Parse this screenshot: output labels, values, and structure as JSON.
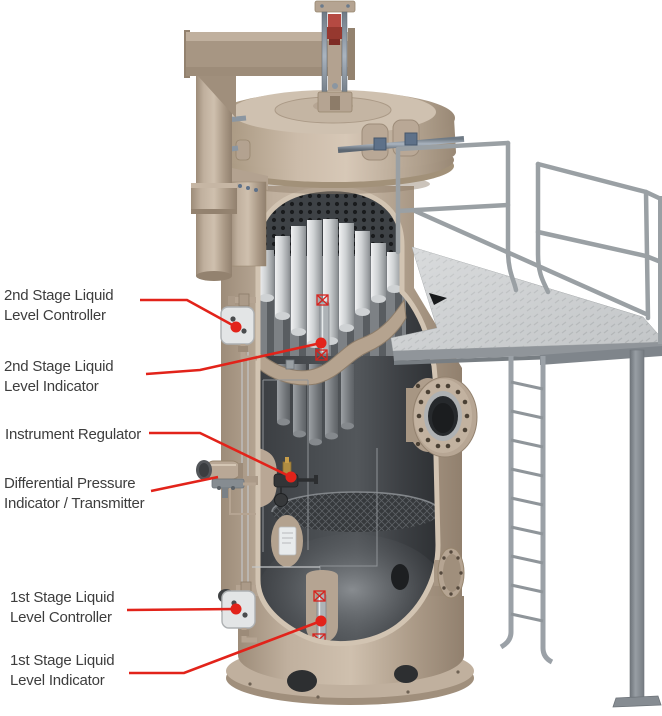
{
  "callouts": [
    {
      "id": "2nd-stage-liquid-level-controller",
      "label": "2nd Stage Liquid\nLevel Controller"
    },
    {
      "id": "2nd-stage-liquid-level-indicator",
      "label": "2nd Stage Liquid\nLevel Indicator"
    },
    {
      "id": "instrument-regulator",
      "label": "Instrument Regulator"
    },
    {
      "id": "differential-pressure-indicator-transmitter",
      "label": "Differential Pressure\nIndicator / Transmitter"
    },
    {
      "id": "1st-stage-liquid-level-controller",
      "label": "1st Stage Liquid\nLevel Controller"
    },
    {
      "id": "1st-stage-liquid-level-indicator",
      "label": "1st Stage Liquid\nLevel Indicator"
    }
  ],
  "colors": {
    "callout_red": "#e2231a",
    "label_text": "#3d3d3d",
    "vessel_tan": "#bcab99",
    "interior_gray": "#44474b",
    "steel_gray": "#9aa0a4"
  }
}
